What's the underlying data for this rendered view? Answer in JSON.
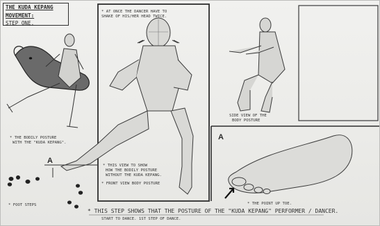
{
  "title": {
    "line1": "The Kuda Kepang",
    "line2": "Movement:",
    "line3": "Step one."
  },
  "notes": {
    "dancer_head": "* At once the dancer have to shake of his/her head twice.",
    "front_view_a": "* This view to show",
    "front_view_b": "how the bodily posture",
    "front_view_c": "without the kuda kepang.",
    "front_view_d": "* Front view body posture",
    "side_view_a": "Side view of the",
    "side_view_b": "body posture",
    "bodily_posture_a": "* The bodily posture",
    "bodily_posture_b": "with the \"kuda kepang\".",
    "point_up_toe": "* The point up toe.",
    "foot_steps": "* Foot steps",
    "summary_a": "* This step shows that the posture of the \"Kuda Kepang\" performer / dancer.",
    "summary_b": "Start to dance. 1st step of dance."
  },
  "labels": {
    "a_left": "A",
    "a_right": "A"
  }
}
